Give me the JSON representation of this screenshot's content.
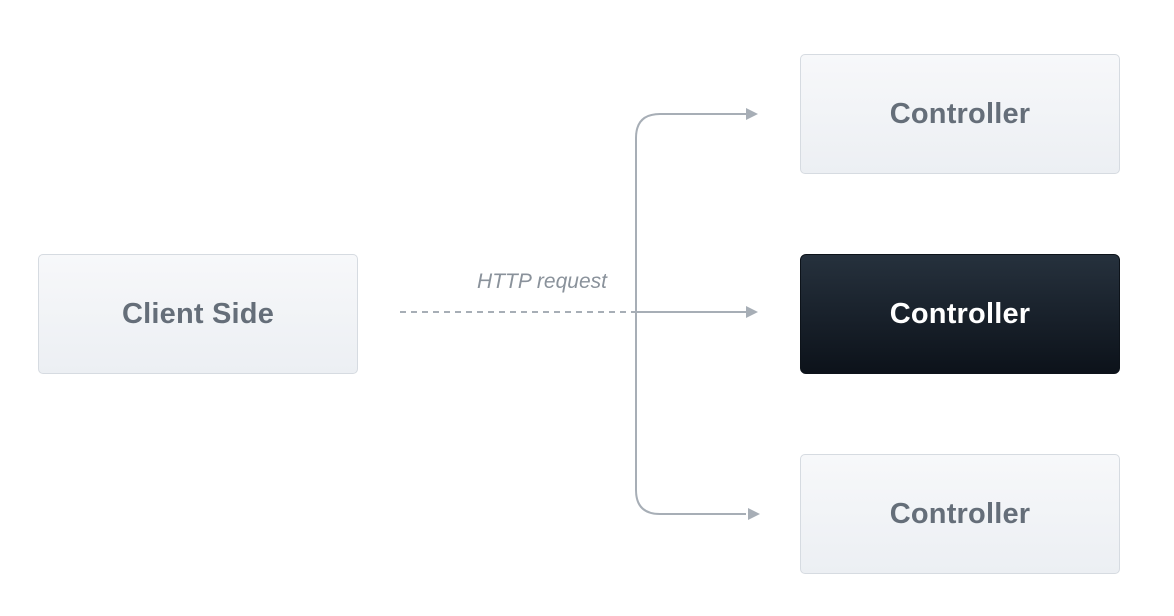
{
  "nodes": {
    "client": {
      "label": "Client Side"
    },
    "controllers": [
      {
        "label": "Controller",
        "style": "light"
      },
      {
        "label": "Controller",
        "style": "dark"
      },
      {
        "label": "Controller",
        "style": "light"
      }
    ]
  },
  "edge": {
    "label": "HTTP request"
  },
  "colors": {
    "connector": "#a7aeb6",
    "light_box_text": "#656e79",
    "dark_box_background": "#1a232e"
  }
}
